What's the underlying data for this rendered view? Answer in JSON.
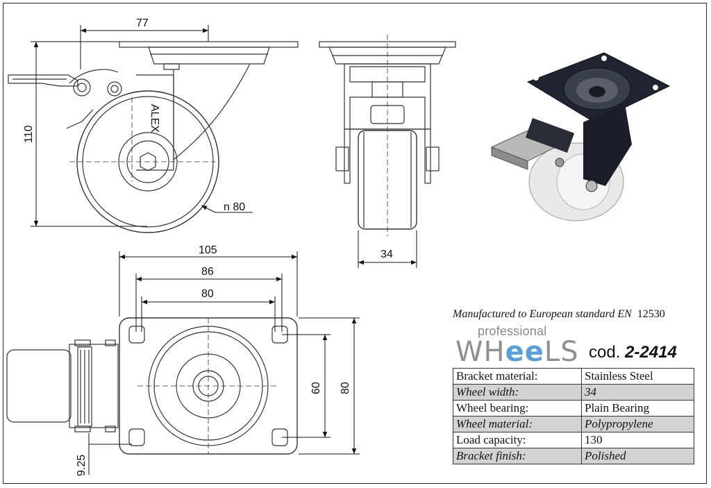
{
  "dimensions": {
    "top_offset": "77",
    "height": "110",
    "wheel_diameter": "n 80",
    "wheel_width": "34",
    "plate_length": "105",
    "hole_spacing_outer": "86",
    "hole_spacing_inner": "80",
    "plate_width_inner": "60",
    "plate_width_outer": "80",
    "hole_diameter": "9.25"
  },
  "bracket_mark": "ALEX",
  "info": {
    "standard_text": "Manufactured to European standard EN",
    "standard_number": "12530",
    "brand_small": "professional",
    "brand_main_pre": "WH",
    "brand_main_ee": "ee",
    "brand_main_post": "LS",
    "code_label": "cod.",
    "code_value": "2-2414"
  },
  "specs": [
    {
      "label": "Bracket material:",
      "value": "Stainless Steel"
    },
    {
      "label": "Wheel width:",
      "value": "34"
    },
    {
      "label": "Wheel bearing:",
      "value": "Plain Bearing"
    },
    {
      "label": "Wheel material:",
      "value": "Polypropylene"
    },
    {
      "label": "Load capacity:",
      "value": "130"
    },
    {
      "label": "Bracket finish:",
      "value": "Polished"
    }
  ],
  "colors": {
    "accent_blue": "#3b6fd8",
    "dark_steel": "#1f2430",
    "table_shade": "#d3d3d3"
  }
}
